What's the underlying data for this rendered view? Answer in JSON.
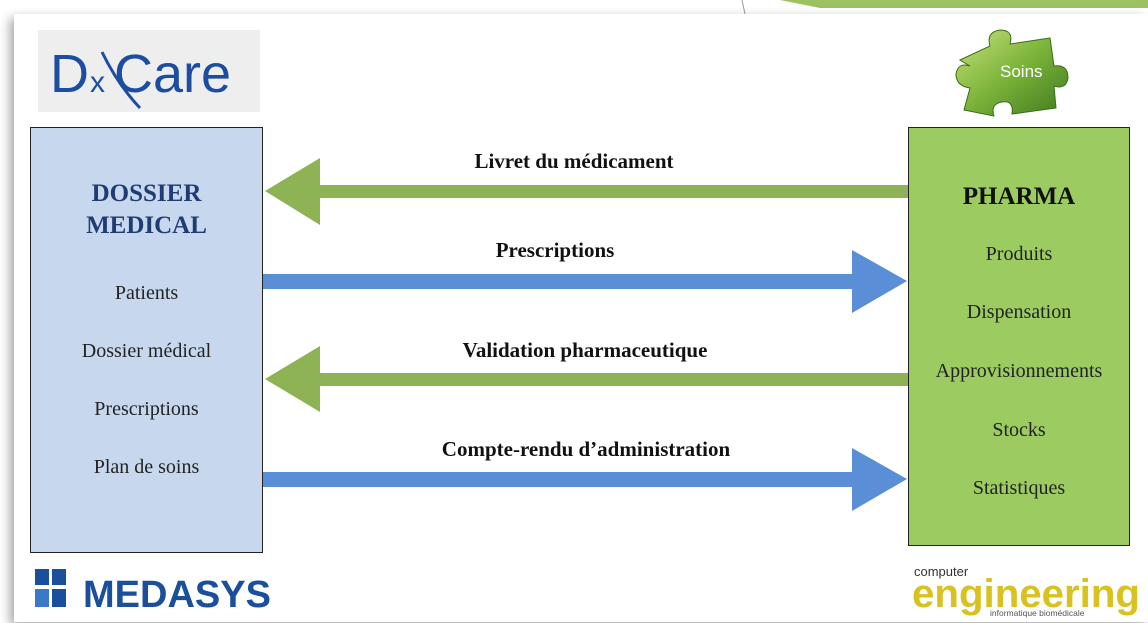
{
  "logos": {
    "dxcare": "DxCare",
    "soins": "Soins",
    "medasys": "MEDASYS",
    "computer_engineering": {
      "top": "computer",
      "main": "engineering",
      "sub": "informatique biomédicale"
    }
  },
  "left_box": {
    "title_line1": "DOSSIER",
    "title_line2": "MEDICAL",
    "items": [
      "Patients",
      "Dossier médical",
      "Prescriptions",
      "Plan de soins"
    ]
  },
  "right_box": {
    "title": "PHARMA",
    "items": [
      "Produits",
      "Dispensation",
      "Approvisionnements",
      "Stocks",
      "Statistiques"
    ]
  },
  "flows": [
    {
      "label": "Livret du médicament",
      "direction": "to-left",
      "color": "#8db354"
    },
    {
      "label": "Prescriptions",
      "direction": "to-right",
      "color": "#5a8ed6"
    },
    {
      "label": "Validation pharmaceutique",
      "direction": "to-left",
      "color": "#8db354"
    },
    {
      "label": "Compte-rendu d’administration",
      "direction": "to-right",
      "color": "#5a8ed6"
    }
  ]
}
